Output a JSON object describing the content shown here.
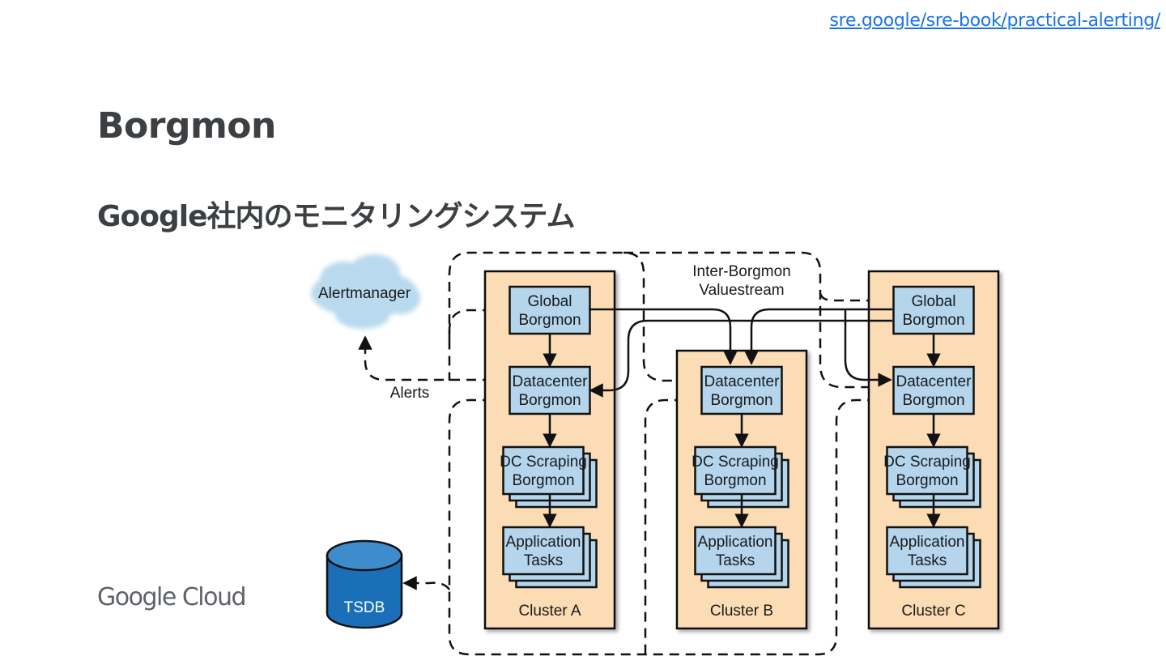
{
  "header": {
    "source_link": "sre.google/sre-book/practical-alerting/"
  },
  "slide": {
    "title": "Borgmon",
    "subtitle": "Google社内のモニタリングシステム"
  },
  "footer": {
    "logo_text": "Google Cloud"
  },
  "diagram": {
    "colors": {
      "cluster_fill": "#fbdcb5",
      "node_fill": "#b4d5ec",
      "tsdb_fill": "#1a6fb8",
      "tsdb_top": "#3f8ccc",
      "cloud_fill": "#b9d9ee",
      "stroke": "#111111",
      "link": "#1a73e8",
      "title_text": "#3c4043"
    },
    "external": {
      "alertmanager": "Alertmanager",
      "tsdb": "TSDB",
      "alerts_label": "Alerts",
      "valuestream_label_line1": "Inter-Borgmon",
      "valuestream_label_line2": "Valuestream"
    },
    "clusters": [
      {
        "name": "Cluster A",
        "nodes": [
          {
            "line1": "Global",
            "line2": "Borgmon"
          },
          {
            "line1": "Datacenter",
            "line2": "Borgmon"
          },
          {
            "line1": "DC Scraping",
            "line2": "Borgmon"
          },
          {
            "line1": "Application",
            "line2": "Tasks"
          }
        ]
      },
      {
        "name": "Cluster B",
        "nodes": [
          {
            "line1": "Datacenter",
            "line2": "Borgmon"
          },
          {
            "line1": "DC Scraping",
            "line2": "Borgmon"
          },
          {
            "line1": "Application",
            "line2": "Tasks"
          }
        ]
      },
      {
        "name": "Cluster C",
        "nodes": [
          {
            "line1": "Global",
            "line2": "Borgmon"
          },
          {
            "line1": "Datacenter",
            "line2": "Borgmon"
          },
          {
            "line1": "DC Scraping",
            "line2": "Borgmon"
          },
          {
            "line1": "Application",
            "line2": "Tasks"
          }
        ]
      }
    ]
  }
}
